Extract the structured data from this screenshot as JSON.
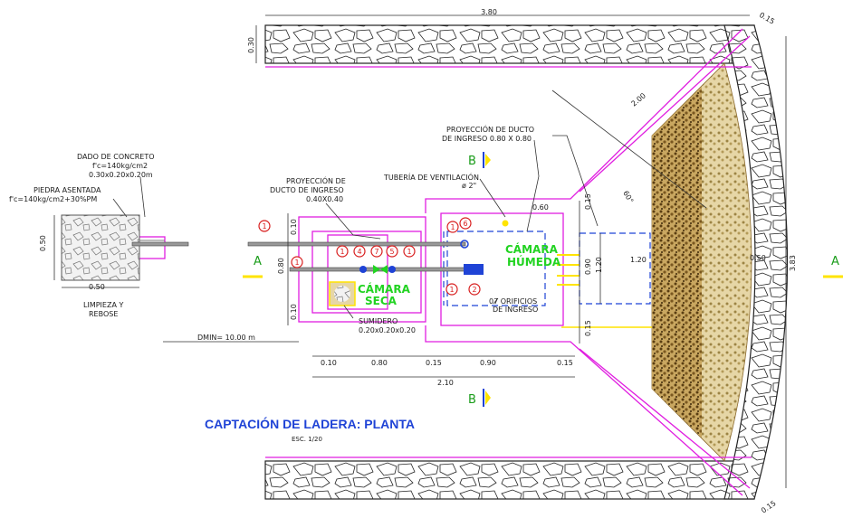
{
  "title": "CAPTACIÓN DE LADERA: PLANTA",
  "scale": "ESC. 1/20",
  "dims": {
    "top_len": "3.80",
    "top_wall": "0.30",
    "corner_top": "0.15",
    "corner_bottom": "0.15",
    "diag": "2.00",
    "right_total": "3.83",
    "right_050": "0.50",
    "angle": "60°",
    "col_015a": "0.15",
    "col_090": "0.90",
    "col_120": "1.20",
    "col_015b": "0.15",
    "left_010a": "0.10",
    "left_080": "0.80",
    "left_010b": "0.10",
    "bottom_010": "0.10",
    "bottom_080": "0.80",
    "bottom_015a": "0.15",
    "bottom_090": "0.90",
    "bottom_015b": "0.15",
    "bottom_total": "2.10",
    "width_060": "0.60",
    "width_120": "1.20",
    "dado_050v": "0.50",
    "dado_050h": "0.50",
    "dmin": "DMIN= 10.00 m"
  },
  "labels": {
    "dado_line1": "DADO DE CONCRETO",
    "dado_line2": "f'c=140kg/cm2",
    "dado_line3": "0.30x0.20x0.20m",
    "piedra_line1": "PIEDRA ASENTADA",
    "piedra_line2": "f'c=140kg/cm2+30%PM",
    "limpieza_line1": "LIMPIEZA Y",
    "limpieza_line2": "REBOSE",
    "proy_ducto_line1": "PROYECCIÓN DE",
    "proy_ducto_line2": "DUCTO DE INGRESO",
    "proy_ducto_line3": "0.40X0.40",
    "tuberia_line1": "TUBERÍA DE VENTILACIÓN",
    "tuberia_line2": "ø 2\"",
    "proy_ingreso_line1": "PROYECCIÓN DE DUCTO",
    "proy_ingreso_line2": "DE INGRESO 0.80 X 0.80",
    "sumidero_line1": "SUMIDERO",
    "sumidero_line2": "0.20x0.20x0.20",
    "orificios_line1": "07 ORIFICIOS",
    "orificios_line2": "DE INGRESO",
    "camara_humeda_1": "CÁMARA",
    "camara_humeda_2": "HÚMEDA",
    "camara_seca_1": "CÁMARA",
    "camara_seca_2": "SECA",
    "section_a": "A",
    "section_b": "B"
  },
  "callouts": [
    "1",
    "1",
    "1",
    "4",
    "7",
    "5",
    "1",
    "1",
    "6",
    "1",
    "2"
  ],
  "colors": {
    "magenta": "#e01ee0",
    "blue": "#1f43d6",
    "green": "#22d322",
    "yellow": "#ffe400",
    "red": "#d81e1e",
    "gravel": "#8b6a2e"
  }
}
